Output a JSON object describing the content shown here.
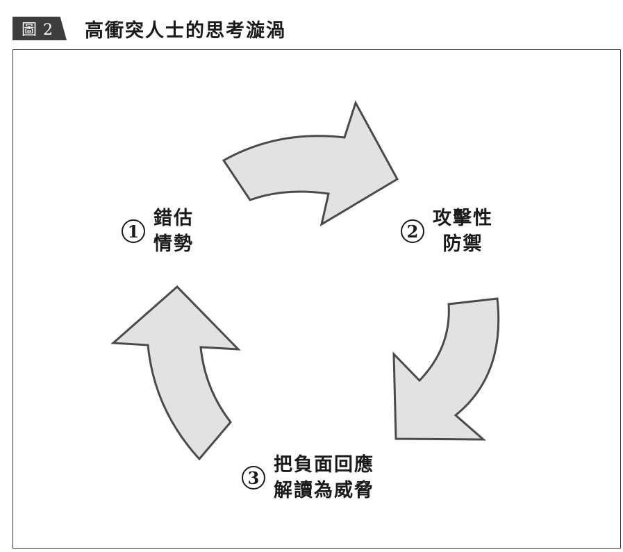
{
  "figure": {
    "badge": "圖 2",
    "title": "高衝突人士的思考漩渦"
  },
  "steps": [
    {
      "number": "1",
      "line1": "錯估",
      "line2": "情勢"
    },
    {
      "number": "2",
      "line1": "攻擊性",
      "line2": "防禦"
    },
    {
      "number": "3",
      "line1": "把負面回應",
      "line2": "解讀為威脅"
    }
  ],
  "colors": {
    "arrow_fill": "#e2e2e2",
    "arrow_stroke": "#4a4a4a",
    "badge_bg": "#3d3d3d"
  }
}
